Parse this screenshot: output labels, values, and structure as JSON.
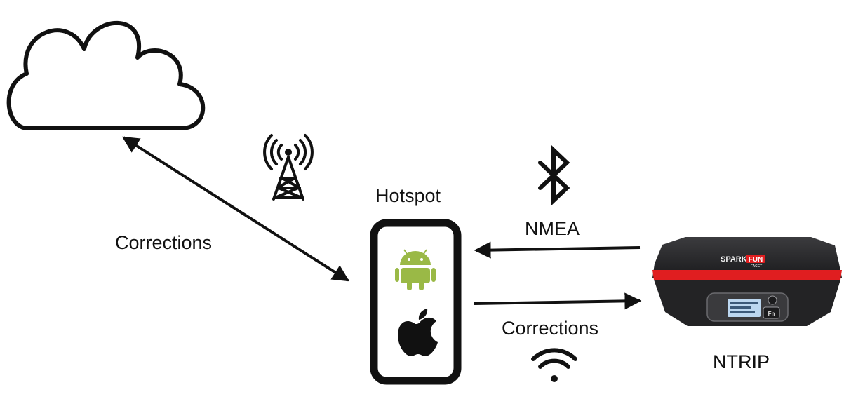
{
  "labels": {
    "corrections_left": "Corrections",
    "hotspot": "Hotspot",
    "nmea": "NMEA",
    "corrections_right": "Corrections",
    "ntrip": "NTRIP"
  },
  "device": {
    "brand_a": "SPARK",
    "brand_b": "FUN",
    "model": "FACET",
    "fn_key": "Fn"
  },
  "colors": {
    "line": "#111111",
    "android": "#9ab946",
    "device_red": "#e01e20",
    "device_body": "#2a2a2c"
  }
}
